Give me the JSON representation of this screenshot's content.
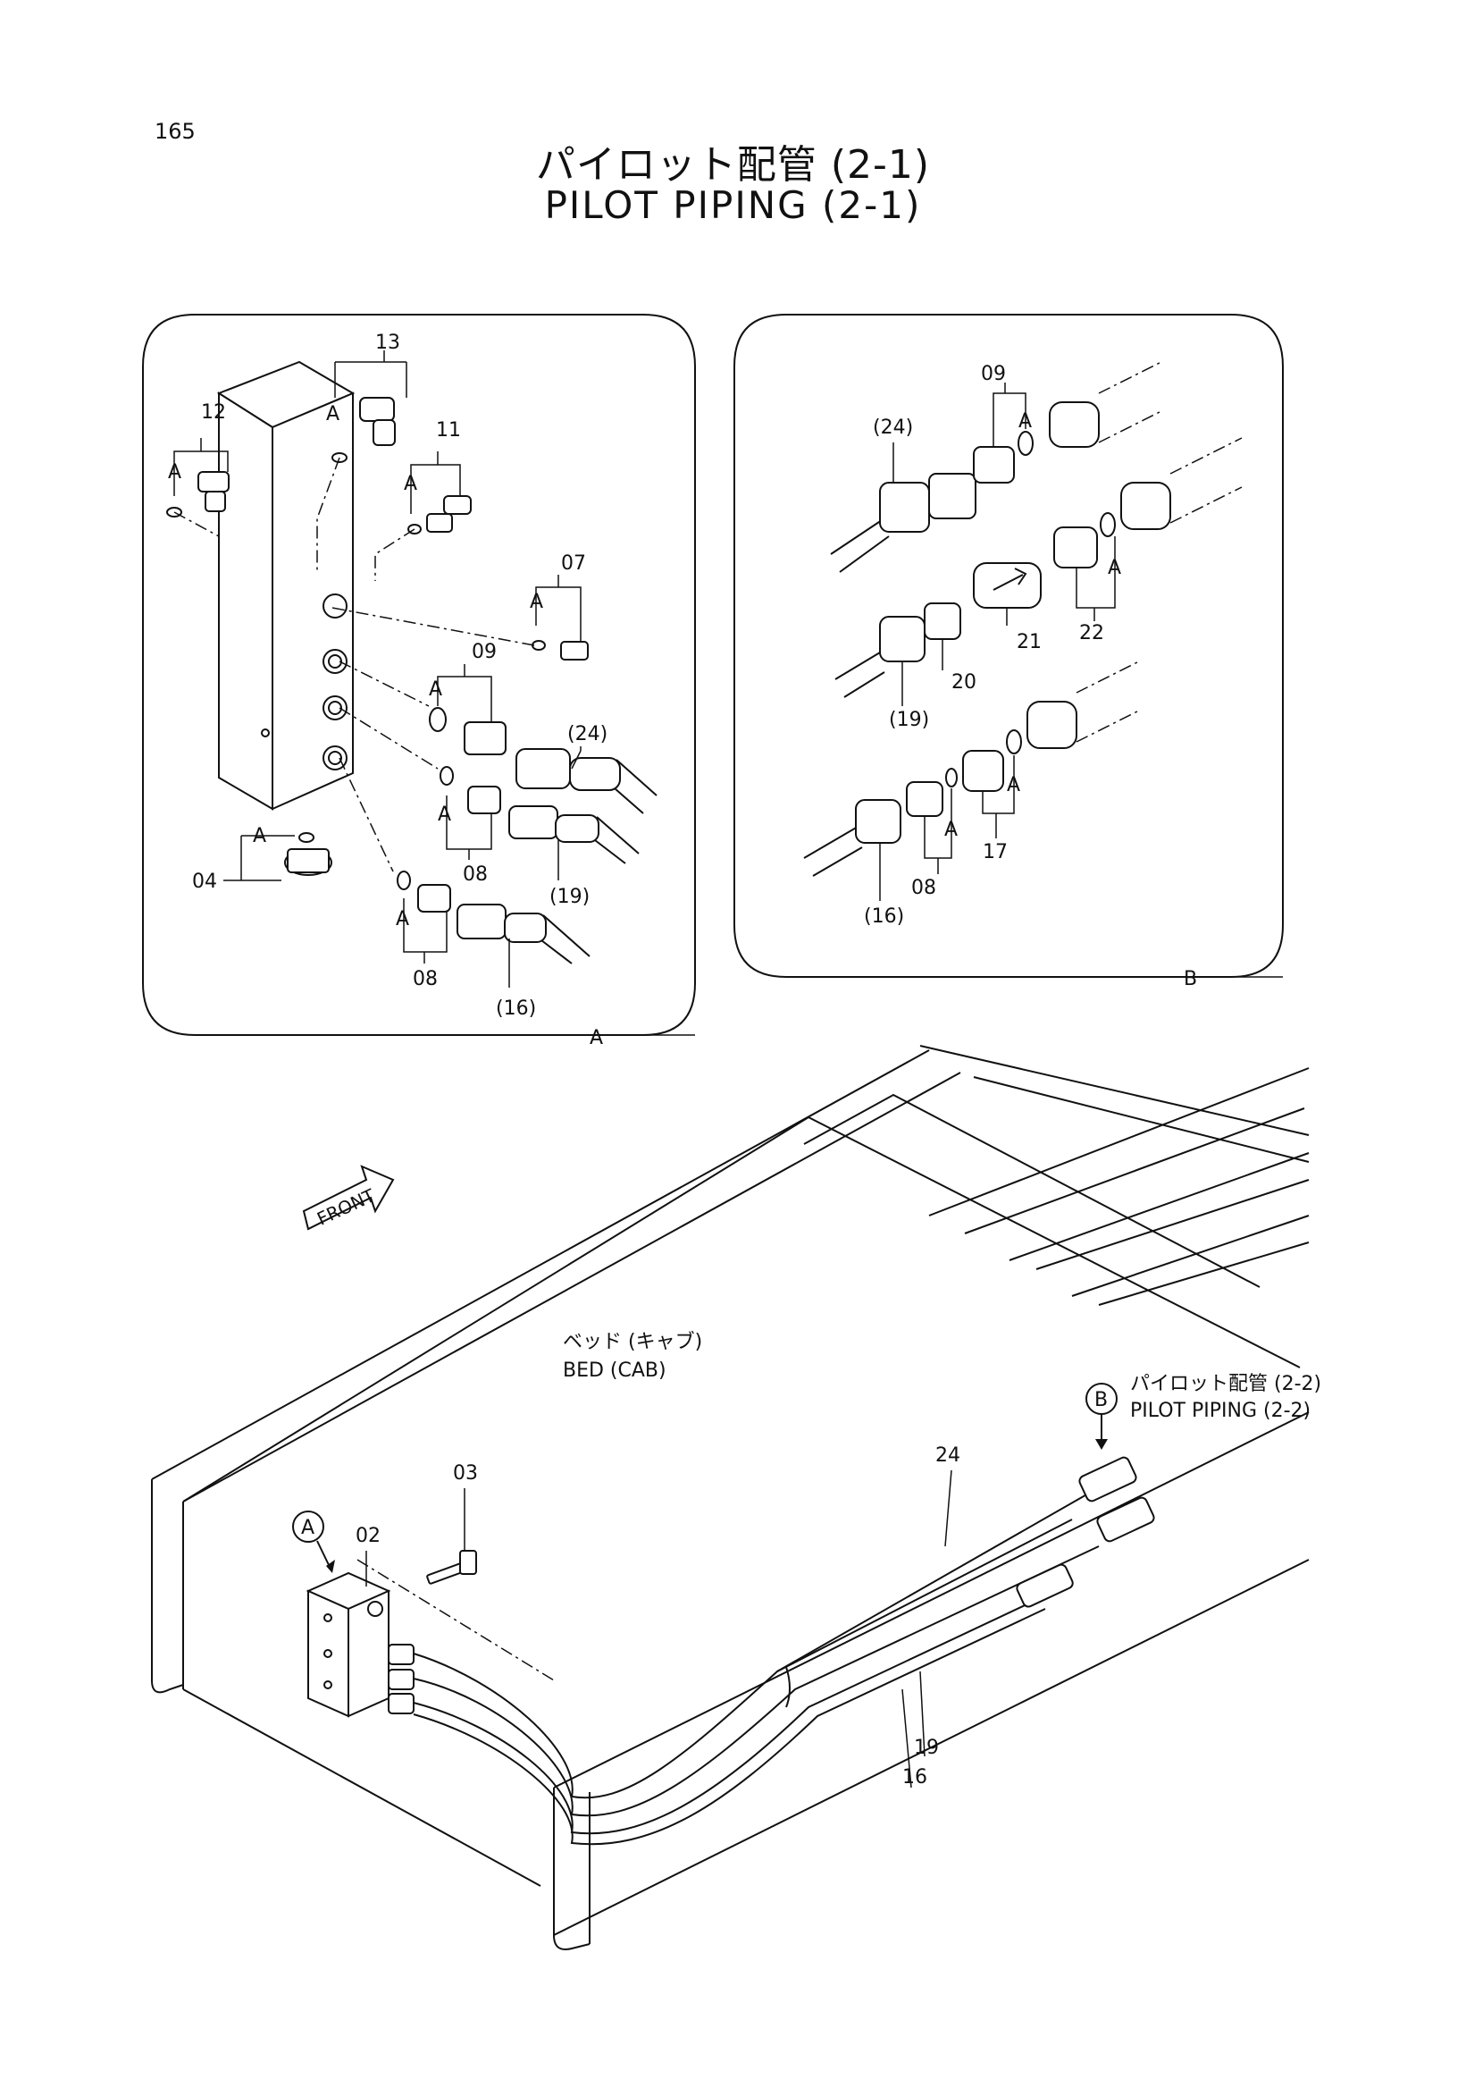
{
  "page": {
    "number": "165"
  },
  "title": {
    "jp": "パイロット配管 (2-1)",
    "en": "PILOT PIPING (2-1)"
  },
  "detail_a": {
    "ref": "A",
    "parts": [
      "13",
      "12",
      "11",
      "07",
      "09",
      "(24)",
      "08",
      "(19)",
      "04",
      "08",
      "(16)"
    ],
    "oring_marks": [
      "A",
      "A",
      "A",
      "A",
      "A",
      "A",
      "A",
      "A"
    ]
  },
  "detail_b": {
    "ref": "B",
    "parts": [
      "09",
      "(24)",
      "22",
      "21",
      "20",
      "(19)",
      "17",
      "08",
      "(16)"
    ],
    "oring_marks": [
      "A",
      "A",
      "A",
      "A"
    ]
  },
  "main": {
    "front_label": "FRONT",
    "bed_jp": "ベッド (キャブ)",
    "bed_en": "BED (CAB)",
    "ref_a": "A",
    "ref_b": "B",
    "continuation_jp": "パイロット配管 (2-2)",
    "continuation_en": "PILOT PIPING (2-2)",
    "parts": {
      "p02": "02",
      "p03": "03",
      "p24": "24",
      "p19": "19",
      "p16": "16"
    }
  }
}
